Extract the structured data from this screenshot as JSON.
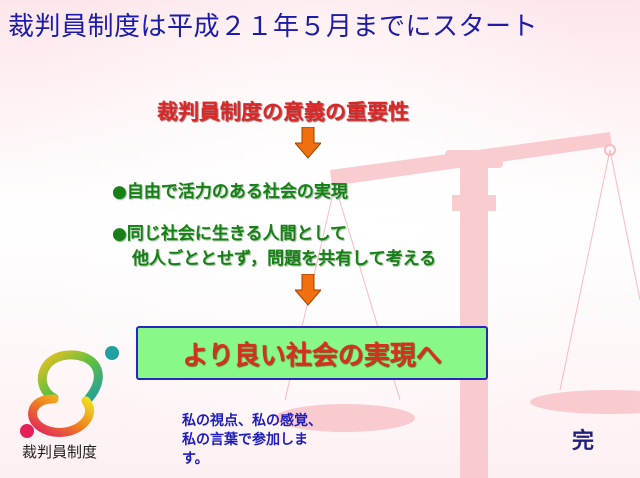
{
  "slide": {
    "title": "裁判員制度は平成２１年５月までにスタート",
    "subtitle": "裁判員制度の意義の重要性",
    "bullets": [
      {
        "marker": "●",
        "lines": [
          "自由で活力のある社会の実現"
        ]
      },
      {
        "marker": "●",
        "lines": [
          "同じ社会に生きる人間として",
          "他人ごととせず，問題を共有して考える"
        ]
      }
    ],
    "banner": "より良い社会の実現へ",
    "participation": [
      "私の視点、私の感覚、",
      "私の言葉で参加しま",
      "す。"
    ],
    "end_mark": "完",
    "logo_label": "裁判員制度"
  },
  "colors": {
    "title": "#1c1ca8",
    "subtitle": "#d82828",
    "bullet": "#168016",
    "banner_bg": "#88f888",
    "arrow": "#f07010"
  }
}
